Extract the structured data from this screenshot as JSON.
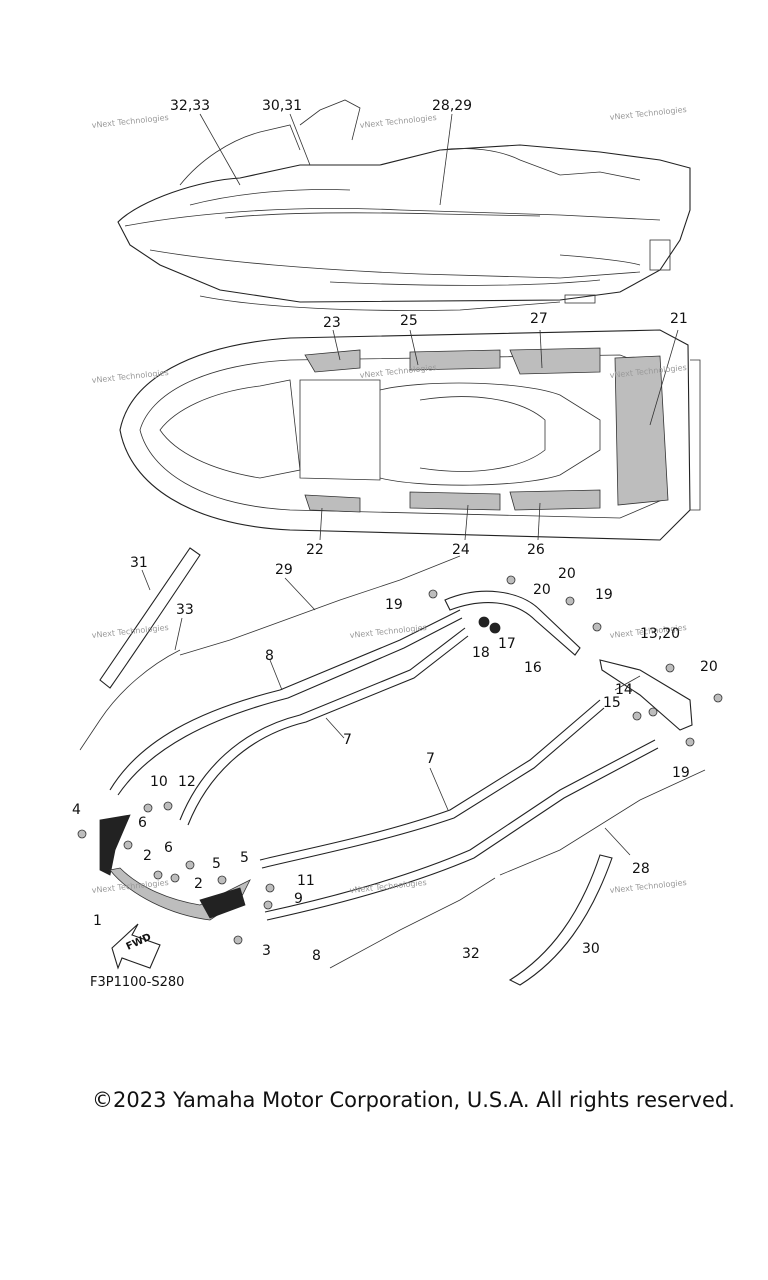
{
  "watermark": "vNext Technologies",
  "diagram_code": "F3P1100-S280",
  "copyright": "©2023 Yamaha Motor Corporation, U.S.A. All rights reserved.",
  "fwd_label": "FWD",
  "callouts": {
    "c3233": "32,33",
    "c3031": "30,31",
    "c2829": "28,29",
    "c23": "23",
    "c25": "25",
    "c27": "27",
    "c21": "21",
    "c22": "22",
    "c24": "24",
    "c26": "26",
    "c31": "31",
    "c29": "29",
    "c33": "33",
    "c19a": "19",
    "c20a": "20",
    "c20b": "20",
    "c19b": "19",
    "c1320": "13,20",
    "c17": "17",
    "c18": "18",
    "c16": "16",
    "c8a": "8",
    "c7a": "7",
    "c20c": "20",
    "c14": "14",
    "c15": "15",
    "c19c": "19",
    "c10": "10",
    "c12": "12",
    "c4": "4",
    "c6a": "6",
    "c7b": "7",
    "c2a": "2",
    "c6b": "6",
    "c5a": "5",
    "c5b": "5",
    "c2b": "2",
    "c11": "11",
    "c9": "9",
    "c28": "28",
    "c1": "1",
    "c3": "3",
    "c8b": "8",
    "c32": "32",
    "c30": "30"
  }
}
